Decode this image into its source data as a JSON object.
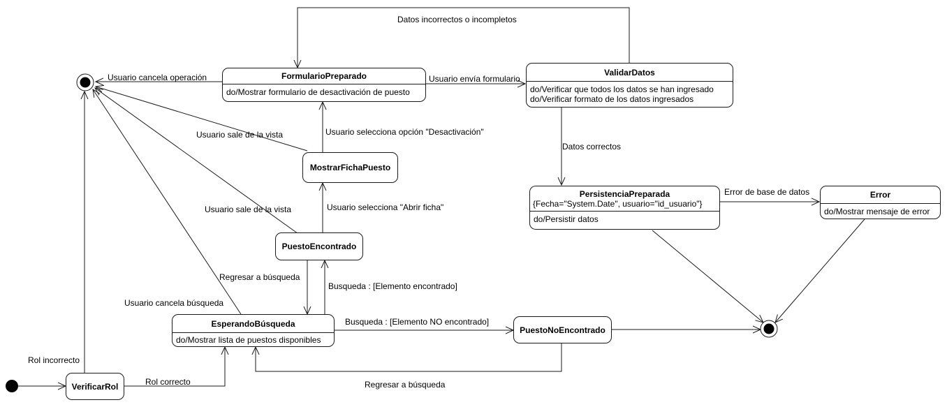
{
  "states": {
    "formulario": {
      "name": "FormularioPreparado",
      "activities": [
        "do/Mostrar formulario de desactivación de puesto"
      ]
    },
    "validar": {
      "name": "ValidarDatos",
      "activities": [
        "do/Verificar que todos los datos se han ingresado",
        "do/Verificar formato de los datos ingresados"
      ]
    },
    "mostrar_ficha": {
      "name": "MostrarFichaPuesto"
    },
    "persistencia": {
      "name": "PersistenciaPreparada",
      "constraint": "{Fecha=\"System.Date\", usuario=\"id_usuario\"}",
      "activities": [
        "do/Persistir datos"
      ]
    },
    "error": {
      "name": "Error",
      "activities": [
        "do/Mostrar mensaje de error"
      ]
    },
    "puesto_encontrado": {
      "name": "PuestoEncontrado"
    },
    "esperando": {
      "name": "EsperandoBúsqueda",
      "activities": [
        "do/Mostrar lista de puestos disponibles"
      ]
    },
    "no_encontrado": {
      "name": "PuestoNoEncontrado"
    },
    "verificar_rol": {
      "name": "VerificarRol"
    }
  },
  "transitions": {
    "datos_incorrectos": "Datos incorrectos o incompletos",
    "usuario_cancela_operacion": "Usuario cancela operación",
    "usuario_envia_formulario": "Usuario envía formulario",
    "usuario_sale_vista_1": "Usuario sale de la vista",
    "usuario_selecciona_desactivacion": "Usuario selecciona opción \"Desactivación\"",
    "datos_correctos": "Datos correctos",
    "error_base_datos": "Error de base de datos",
    "usuario_sale_vista_2": "Usuario sale de la vista",
    "usuario_selecciona_abrir": "Usuario selecciona \"Abrir ficha\"",
    "regresar_busqueda_1": "Regresar a búsqueda",
    "busqueda_encontrado": "Busqueda :  [Elemento encontrado]",
    "usuario_cancela_busqueda": "Usuario cancela búsqueda",
    "busqueda_no_encontrado": "Busqueda :  [Elemento NO encontrado]",
    "rol_incorrecto": "Rol incorrecto",
    "rol_correcto": "Rol correcto",
    "regresar_busqueda_2": "Regresar a búsqueda"
  }
}
